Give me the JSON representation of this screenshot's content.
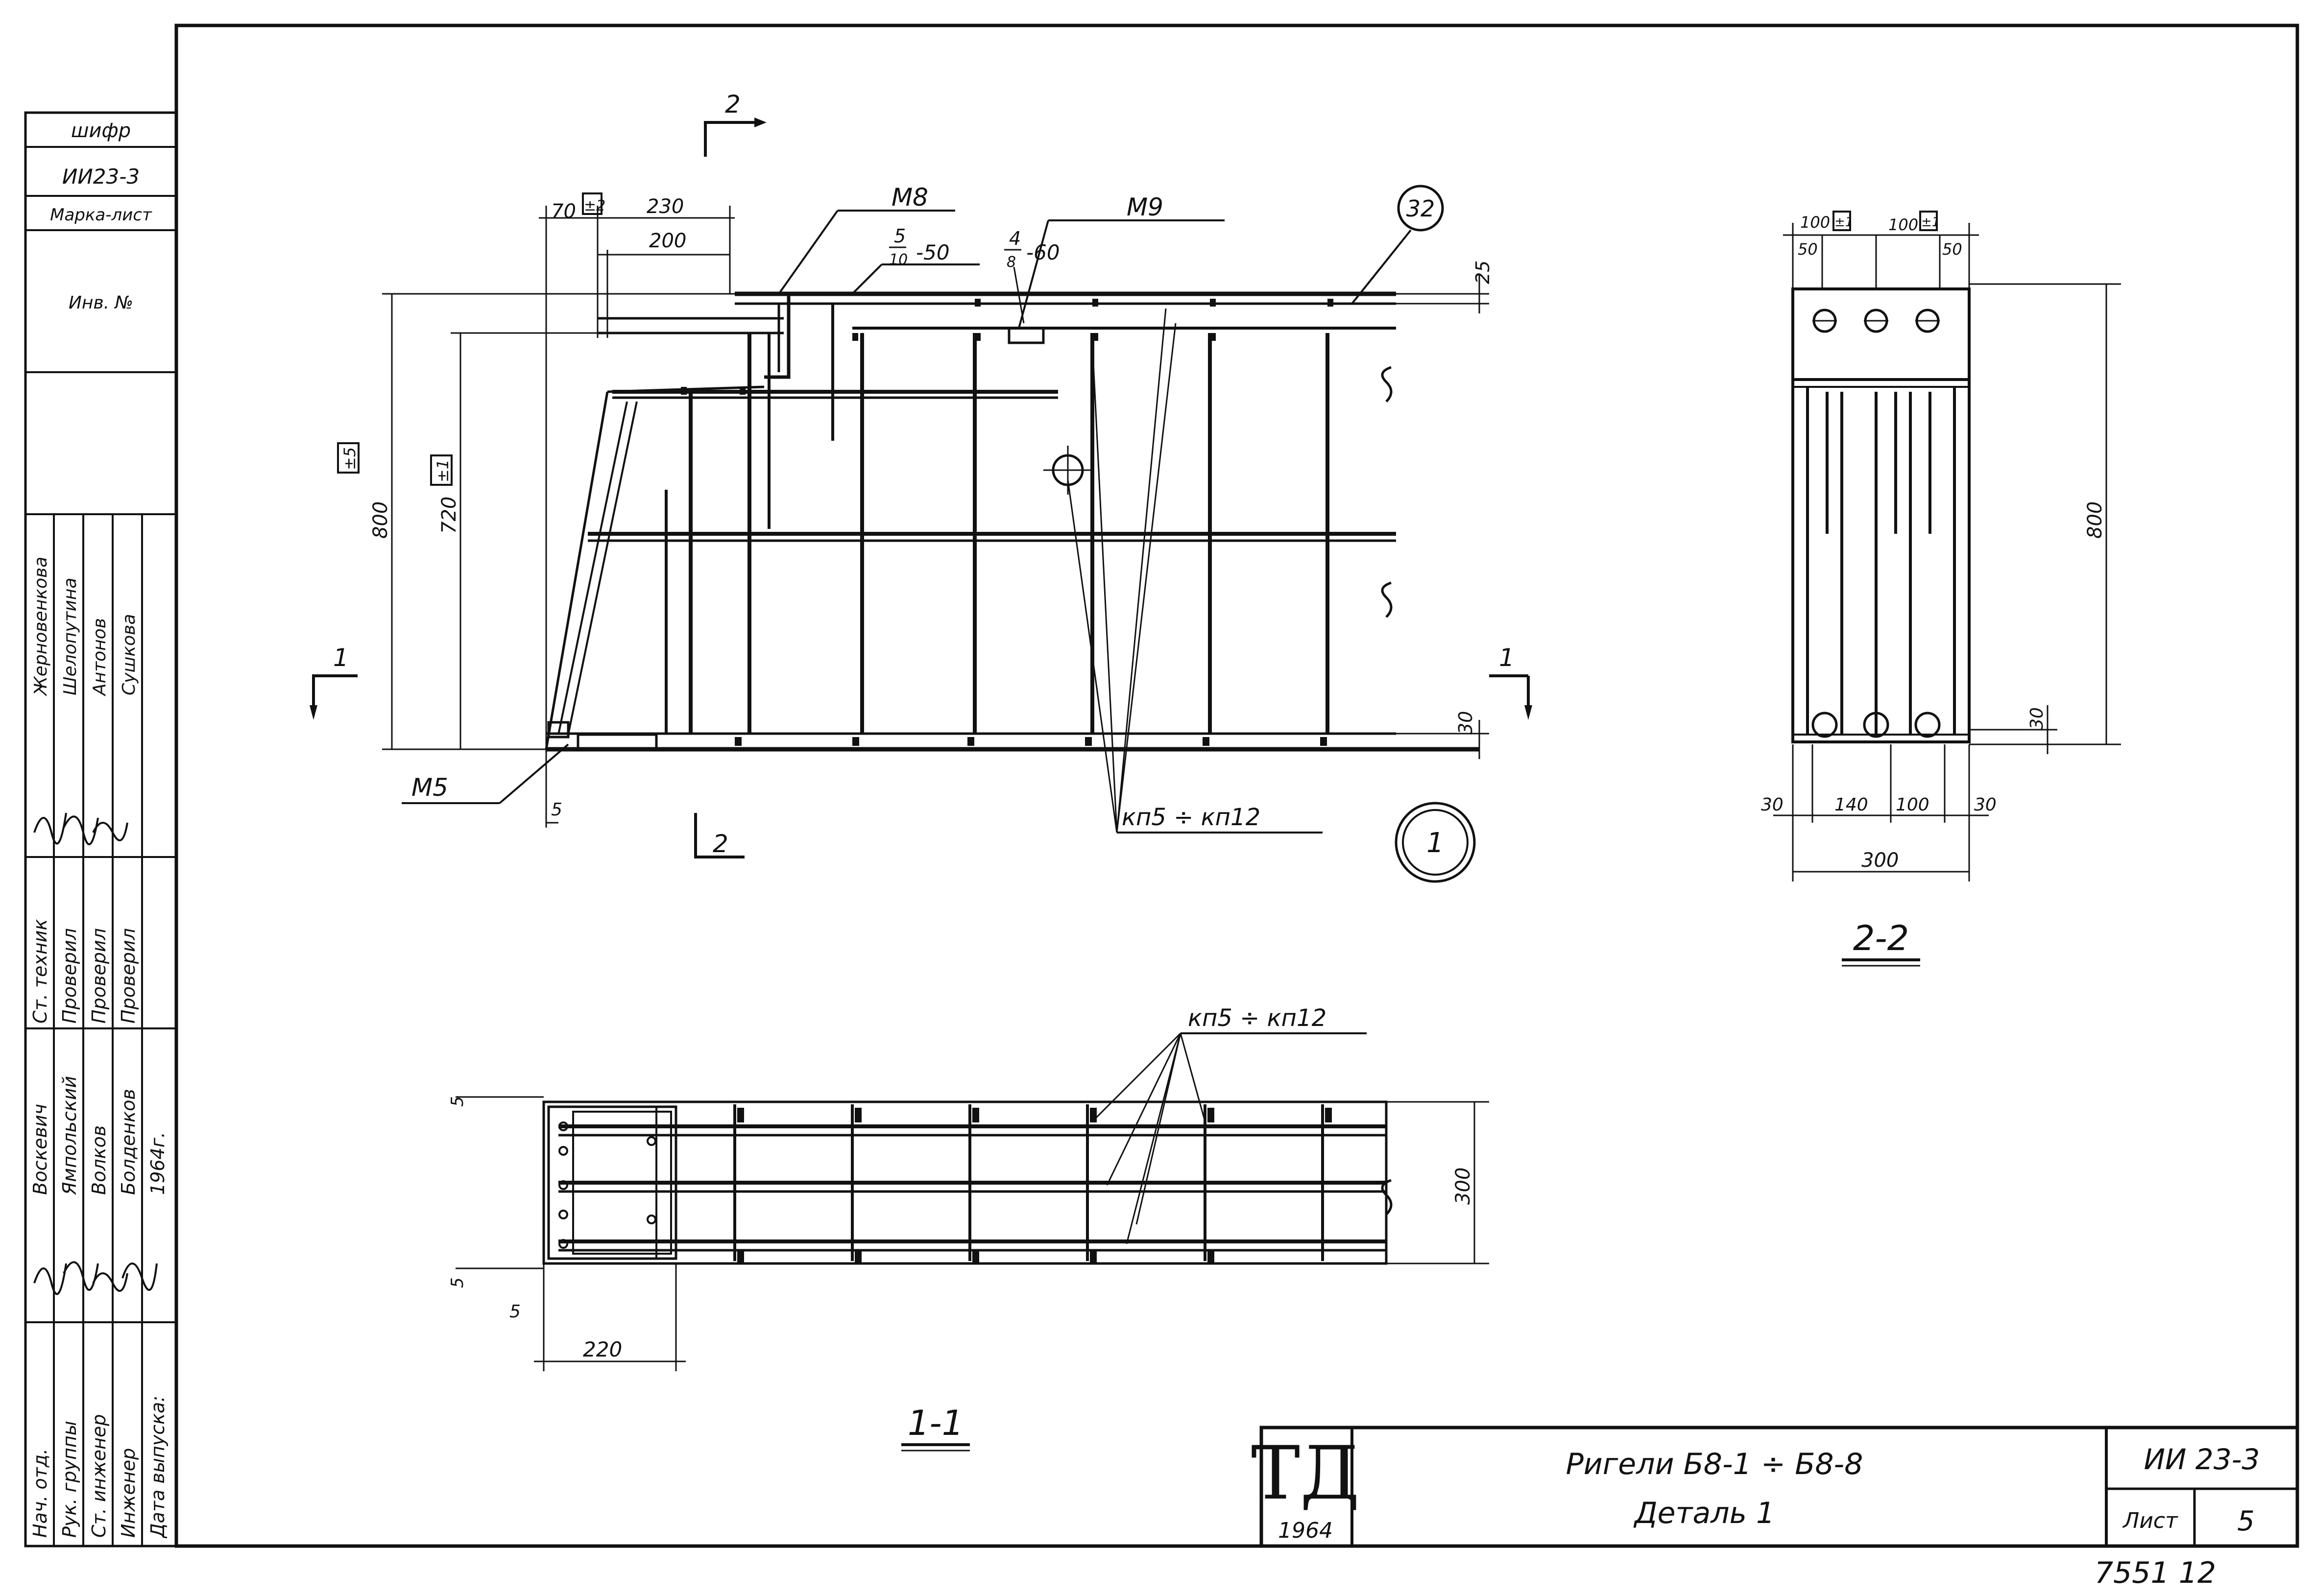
{
  "side_stamp": {
    "cipher_label": "шифр",
    "cipher_value": "ИИ23-3",
    "mark_sheet_label": "Марка-лист",
    "inv_label": "Инв. №",
    "roles": [
      "Нач. отд.",
      "Рук. группы",
      "Ст. инженер",
      "Инженер",
      "Дата выпуска:"
    ],
    "names": [
      "Воскевич",
      "Ямпольский",
      "Волков",
      "Болденков"
    ],
    "roles2": [
      "Ст. техник",
      "Проверил",
      "Проверил",
      "Проверил"
    ],
    "names2": [
      "Жерновенкова",
      "Шелопутина",
      "Антонов",
      "Сушкова"
    ],
    "year": "1964г."
  },
  "view1": {
    "section_2": "2",
    "section_1": "1",
    "dims": {
      "d70": "70",
      "d230": "230",
      "d200": "200",
      "d25": "25",
      "d800": "800",
      "d720": "720",
      "d30": "30",
      "d5": "5",
      "tol5": "±5",
      "tol1": "±1",
      "tol2": "±2"
    },
    "labels": {
      "m8": "М8",
      "m9": "М9",
      "m5": "М5",
      "weld1_num": "5",
      "weld1_den": "10",
      "weld1_len": "-50",
      "weld2_num": "4",
      "weld2_den": "8",
      "weld2_len": "-60",
      "balloon32": "32",
      "kp": "кп5 ÷ кп12",
      "view_num": "1"
    }
  },
  "view22": {
    "title": "2-2",
    "dims": {
      "d100a": "100",
      "d100b": "100",
      "tol1a": "±1",
      "tol1b": "±1",
      "d50a": "50",
      "d50b": "50",
      "d800": "800",
      "d30": "30",
      "b30a": "30",
      "b140": "140",
      "b100": "100",
      "b30b": "30",
      "b300": "300"
    }
  },
  "view11": {
    "title": "1-1",
    "kp": "кп5 ÷ кп12",
    "dims": {
      "d300": "300",
      "d220": "220",
      "d5": "5",
      "d5a": "5",
      "d5b": "5"
    }
  },
  "title_block": {
    "logo": "ТД",
    "logo_year": "1964",
    "title": "Ригели   Б8-1 ÷ Б8-8",
    "subtitle": "Деталь 1",
    "code": "ИИ 23-3",
    "sheet_label": "Лист",
    "sheet_num": "5"
  },
  "inventory_number": "7551  12"
}
